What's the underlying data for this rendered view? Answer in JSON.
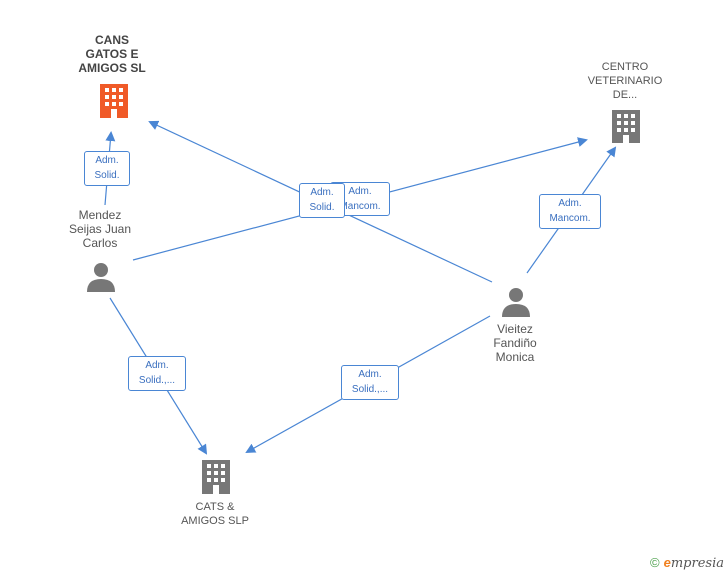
{
  "nodes": {
    "cans": {
      "label": "CANS\nGATOS E\nAMIGOS  SL"
    },
    "centro": {
      "label": "CENTRO\nVETERINARIO\nDE..."
    },
    "mendez": {
      "label": "Mendez\nSeijas Juan\nCarlos"
    },
    "vieitez": {
      "label": "Vieitez\nFandiño\nMonica"
    },
    "cats": {
      "label": "CATS &\nAMIGOS  SLP"
    }
  },
  "edges": {
    "e1": {
      "label": "Adm.\nSolid."
    },
    "e2": {
      "label": "Adm.\nMancom."
    },
    "e3": {
      "label": "Adm.\nSolid."
    },
    "e4": {
      "label": "Adm.\nMancom."
    },
    "e5": {
      "label": "Adm.\nSolid.,..."
    },
    "e6": {
      "label": "Adm.\nSolid.,..."
    }
  },
  "colors": {
    "edge": "#4a86d4",
    "main_company": "#f05a28",
    "company": "#777777",
    "person": "#777777"
  },
  "footer": {
    "copyright": "©",
    "brand_e": "e",
    "brand_rest": "mpresia"
  }
}
